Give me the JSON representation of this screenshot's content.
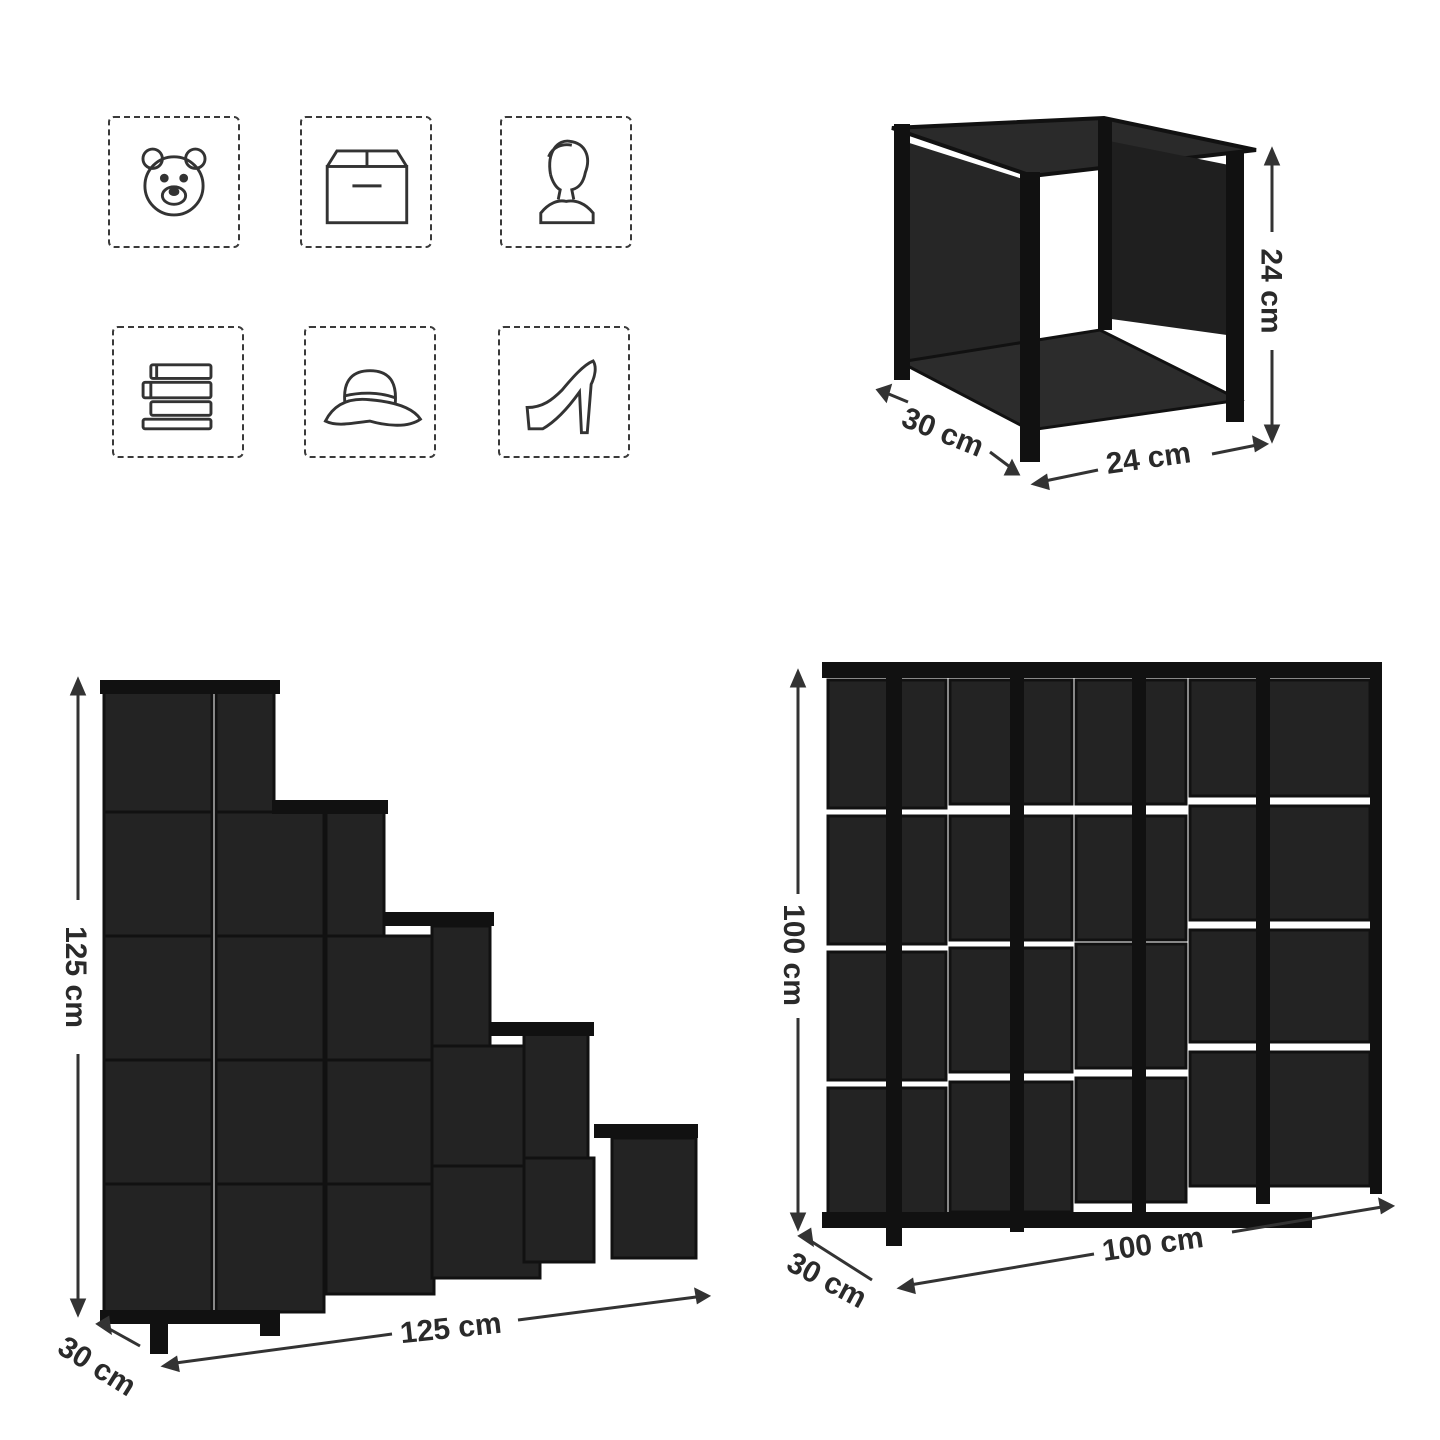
{
  "icons": [
    {
      "name": "teddy-bear-icon"
    },
    {
      "name": "box-icon"
    },
    {
      "name": "bust-statue-icon"
    },
    {
      "name": "books-icon"
    },
    {
      "name": "hat-icon"
    },
    {
      "name": "high-heel-shoe-icon"
    }
  ],
  "single_cube": {
    "depth": "30 cm",
    "width": "24 cm",
    "height": "24 cm"
  },
  "stair_shelf": {
    "depth": "30 cm",
    "width": "125 cm",
    "height": "125 cm"
  },
  "grid_shelf": {
    "depth": "30 cm",
    "width": "100 cm",
    "height": "100 cm"
  },
  "colors": {
    "frame": "#1c1c1c",
    "panel": "#2b2b2b",
    "line": "#333333"
  }
}
